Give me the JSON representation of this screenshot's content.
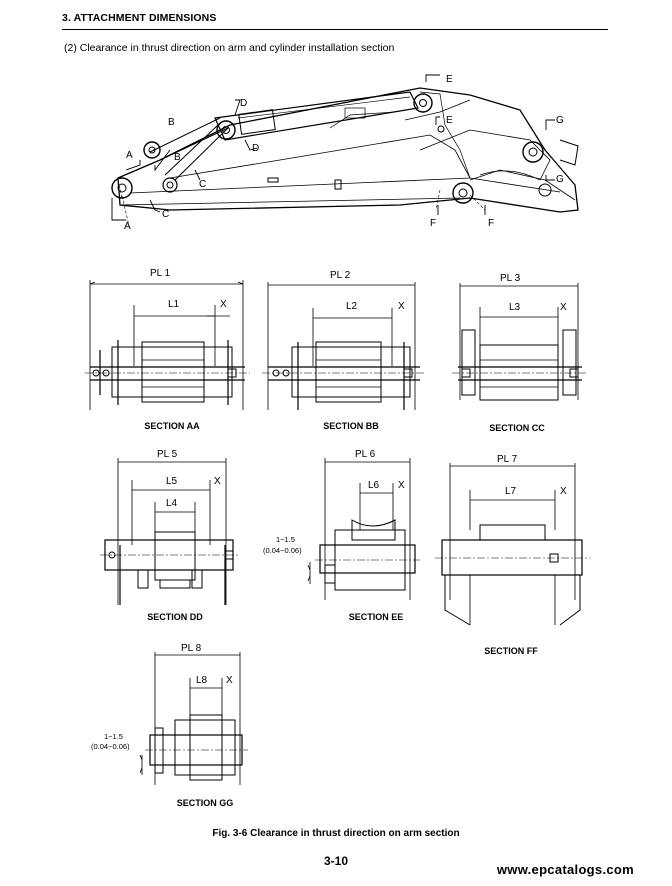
{
  "header": {
    "title": "3. ATTACHMENT DIMENSIONS"
  },
  "subtitle": "(2)  Clearance in thrust direction on arm and cylinder installation section",
  "overview_labels": {
    "a": "A",
    "b": "B",
    "c": "C",
    "d": "D",
    "e": "E",
    "f": "F",
    "g": "G"
  },
  "sections": [
    {
      "pl": "PL 1",
      "l": "L1",
      "x": "X",
      "name": "SECTION AA"
    },
    {
      "pl": "PL 2",
      "l": "L2",
      "x": "X",
      "name": "SECTION BB"
    },
    {
      "pl": "PL 3",
      "l": "L3",
      "x": "X",
      "name": "SECTION CC"
    },
    {
      "pl": "PL 5",
      "l": "L5",
      "l2": "L4",
      "x": "X",
      "name": "SECTION DD"
    },
    {
      "pl": "PL 6",
      "l": "L6",
      "x": "X",
      "name": "SECTION EE"
    },
    {
      "pl": "PL 7",
      "l": "L7",
      "x": "X",
      "name": "SECTION FF"
    },
    {
      "pl": "PL 8",
      "l": "L8",
      "x": "X",
      "name": "SECTION GG"
    }
  ],
  "gap_note": {
    "line1": "1~1.5",
    "line2": "(0.04~0.06)"
  },
  "caption": "Fig. 3-6 Clearance in thrust direction on arm section",
  "page_number": "3-10",
  "watermark": "www.epcatalogs.com"
}
